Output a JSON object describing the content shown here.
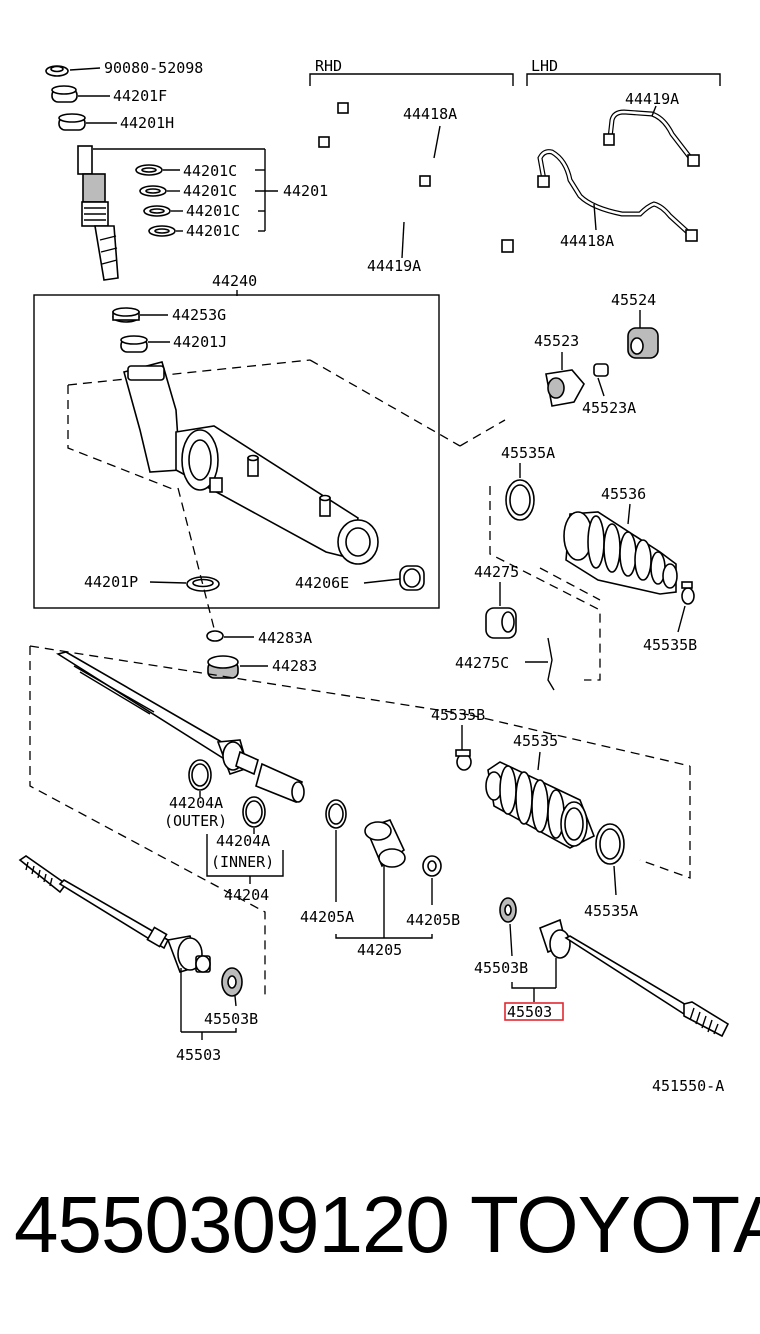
{
  "diagram": {
    "section_rhd": "RHD",
    "section_lhd": "LHD",
    "labels": {
      "p90080": "90080-52098",
      "p44201F": "44201F",
      "p44201H": "44201H",
      "p44201C_1": "44201C",
      "p44201C_2": "44201C",
      "p44201C_3": "44201C",
      "p44201C_4": "44201C",
      "p44201": "44201",
      "p44418A_rhd": "44418A",
      "p44419A_rhd": "44419A",
      "p44419A_lhd": "44419A",
      "p44418A_lhd": "44418A",
      "p44240": "44240",
      "p44253G": "44253G",
      "p44201J": "44201J",
      "p44201P": "44201P",
      "p44206E": "44206E",
      "p45524": "45524",
      "p45523": "45523",
      "p45523A": "45523A",
      "p45535A_top": "45535A",
      "p45536": "45536",
      "p44275": "44275",
      "p45535B_top": "45535B",
      "p44275C": "44275C",
      "p44283A": "44283A",
      "p44283": "44283",
      "p45535B_mid": "45535B",
      "p45535": "45535",
      "p44204A_outer": "44204A",
      "p44204A_outer_note": "(OUTER)",
      "p44204A_inner": "44204A",
      "p44204A_inner_note": "(INNER)",
      "p44204": "44204",
      "p44205A": "44205A",
      "p44205B": "44205B",
      "p44205": "44205",
      "p45535A_bot": "45535A",
      "p45503B_right": "45503B",
      "p45503_right": "45503",
      "p45503B_left": "45503B",
      "p45503_left": "45503",
      "diagram_code": "451550-A"
    },
    "highlight_color": "#e0282e"
  },
  "footer": {
    "part_number": "4550309120",
    "brand": "TOYOTA"
  }
}
